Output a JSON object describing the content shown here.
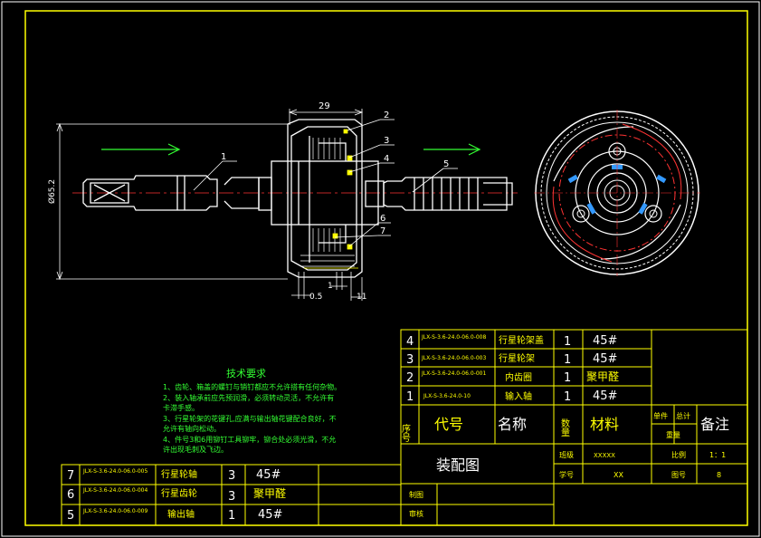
{
  "drawing": {
    "title": "装配图",
    "tech_req": {
      "heading": "技术要求",
      "lines": [
        "1、齿轮、箱盖的螺钉与销钉都应不允许搭有任何杂物。",
        "2、装入轴承前应先预润滑，必须转动灵活，不允许有",
        "   卡滞手感。",
        "3、行星轮架的花键孔,应满与输出轴花键配合良好，不",
        "   允许有轴向松动。",
        "4、件号3和6用铆钉工具铆牢，铆合处必须光滑，不允",
        "   许出现毛刺及飞边。"
      ]
    },
    "dims": {
      "width_29": "29",
      "dia": "Ø65.2",
      "d05": "0.5",
      "d1": "1",
      "d11": "11"
    },
    "balloons": [
      "1",
      "2",
      "3",
      "4",
      "5",
      "6",
      "7"
    ],
    "parts_upper": [
      {
        "no": "4",
        "code": "JLX-S-3.6-24.0-06.0-008",
        "name": "行星轮架盖",
        "qty": "1",
        "mat": "45#"
      },
      {
        "no": "3",
        "code": "JLX-S-3.6-24.0-06.0-003",
        "name": "行星轮架",
        "qty": "1",
        "mat": "45#"
      },
      {
        "no": "2",
        "code": "JLX-S-3.6-24.0-06.0-001",
        "name": "内齿圈",
        "qty": "1",
        "mat": "聚甲醛"
      },
      {
        "no": "1",
        "code": "JLX-S-3.6-24.0-10",
        "name": "输入轴",
        "qty": "1",
        "mat": "45#"
      }
    ],
    "parts_lower": [
      {
        "no": "7",
        "code": "JLX-S-3.6-24.0-06.0-005",
        "name": "行星轮轴",
        "qty": "3",
        "mat": "45#"
      },
      {
        "no": "6",
        "code": "JLX-S-3.6-24.0-06.0-004",
        "name": "行星齿轮",
        "qty": "3",
        "mat": "聚甲醛"
      },
      {
        "no": "5",
        "code": "JLX-S-3.6-24.0-06.0-009",
        "name": "输出轴",
        "qty": "1",
        "mat": "45#"
      }
    ],
    "header": {
      "no": "序号",
      "code": "代号",
      "name": "名称",
      "qty": "数量",
      "mat": "材料",
      "single": "单件",
      "total": "总计",
      "weight": "重量",
      "remark": "备注"
    },
    "title_block": {
      "class_label": "班级",
      "class_val": "XXXXX",
      "scale_label": "比例",
      "scale_val": "1：1",
      "id_label": "学号",
      "id_val": "XX",
      "sheet_label": "图号",
      "sheet_val": "8",
      "draw_label": "制图",
      "check_label": "审核"
    }
  }
}
